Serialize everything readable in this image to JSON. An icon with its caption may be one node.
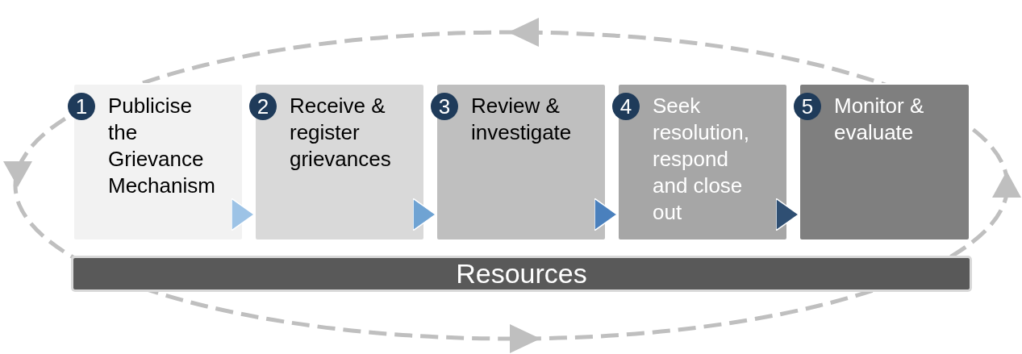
{
  "diagram": {
    "nodes": [
      {
        "text": [
          "1",
          "Publicise the Grievance Mechanism"
        ]
      },
      {
        "text": [
          "2",
          "Receive & register grievances"
        ]
      },
      {
        "text": [
          "3",
          "Review & investigate"
        ]
      },
      {
        "text": [
          "4",
          "Seek resolution, respond and close out"
        ]
      },
      {
        "text": [
          "5",
          "Monitor & evaluate"
        ]
      },
      {
        "text": [
          "Resources"
        ]
      }
    ],
    "edges": [
      {
        "from": 0,
        "to": 1,
        "arrow": "to",
        "color": "#9dc3e6"
      },
      {
        "from": 1,
        "to": 2,
        "arrow": "to",
        "color": "#6fa3d3"
      },
      {
        "from": 2,
        "to": 3,
        "arrow": "to",
        "color": "#4a80bd"
      },
      {
        "from": 3,
        "to": 4,
        "arrow": "to",
        "color": "#2f4f73"
      }
    ]
  }
}
